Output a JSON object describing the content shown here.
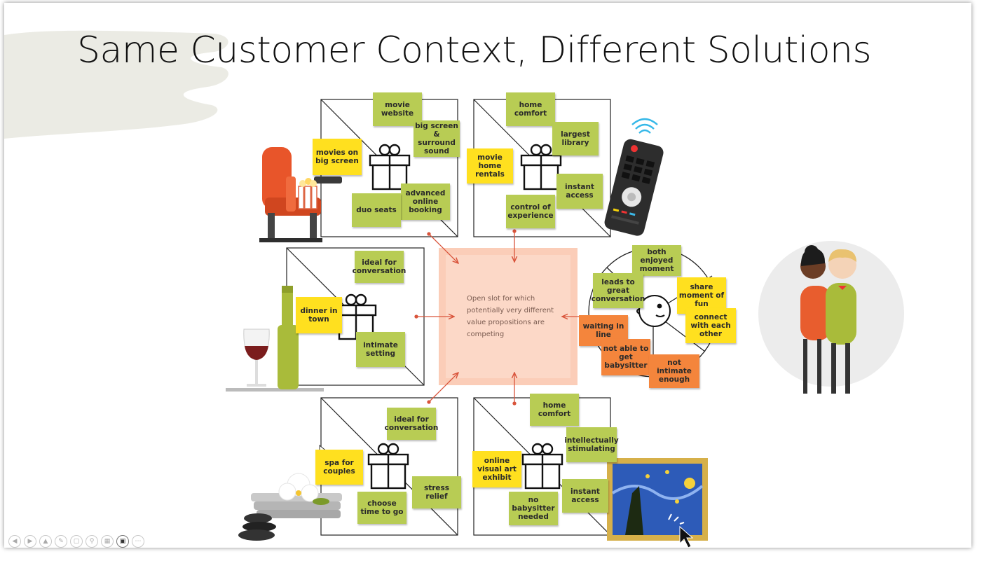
{
  "slide": {
    "title": "Same Customer Context, Different Solutions",
    "center_text": "Open slot for which potentially very different value propositions are competing"
  },
  "canvases": {
    "cinema": {
      "notes": [
        "movie website",
        "big screen & surround sound",
        "movies on big screen",
        "advanced online booking",
        "duo seats"
      ]
    },
    "streaming": {
      "notes": [
        "home comfort",
        "largest library",
        "movie home rentals",
        "instant access",
        "control of experience"
      ]
    },
    "restaurant": {
      "notes": [
        "ideal for conversation",
        "dinner in town",
        "intimate setting"
      ]
    },
    "spa": {
      "notes": [
        "ideal for conversation",
        "spa for couples",
        "stress relief",
        "choose time to go"
      ]
    },
    "art": {
      "notes": [
        "home comfort",
        "intellectually stimulating",
        "online visual art exhibit",
        "instant access",
        "no babysitter needed"
      ]
    }
  },
  "customer": {
    "gains": [
      "both enjoyed moment",
      "leads to great conversation",
      "share moment of fun",
      "connect with each other"
    ],
    "pains": [
      "waiting in line",
      "not able to get babysitter",
      "not intimate enough"
    ]
  },
  "colors": {
    "gain_note": "#b8cc54",
    "product_note": "#ffe01f",
    "pain_note": "#f4853c",
    "center_fill": "#fbcdb8",
    "arrow": "#d9543b"
  },
  "toolbar": {
    "icons": [
      "prev-icon",
      "next-icon",
      "home-icon",
      "pen-icon",
      "copy-icon",
      "zoom-icon",
      "grid-icon",
      "camera-icon",
      "more-icon"
    ]
  }
}
